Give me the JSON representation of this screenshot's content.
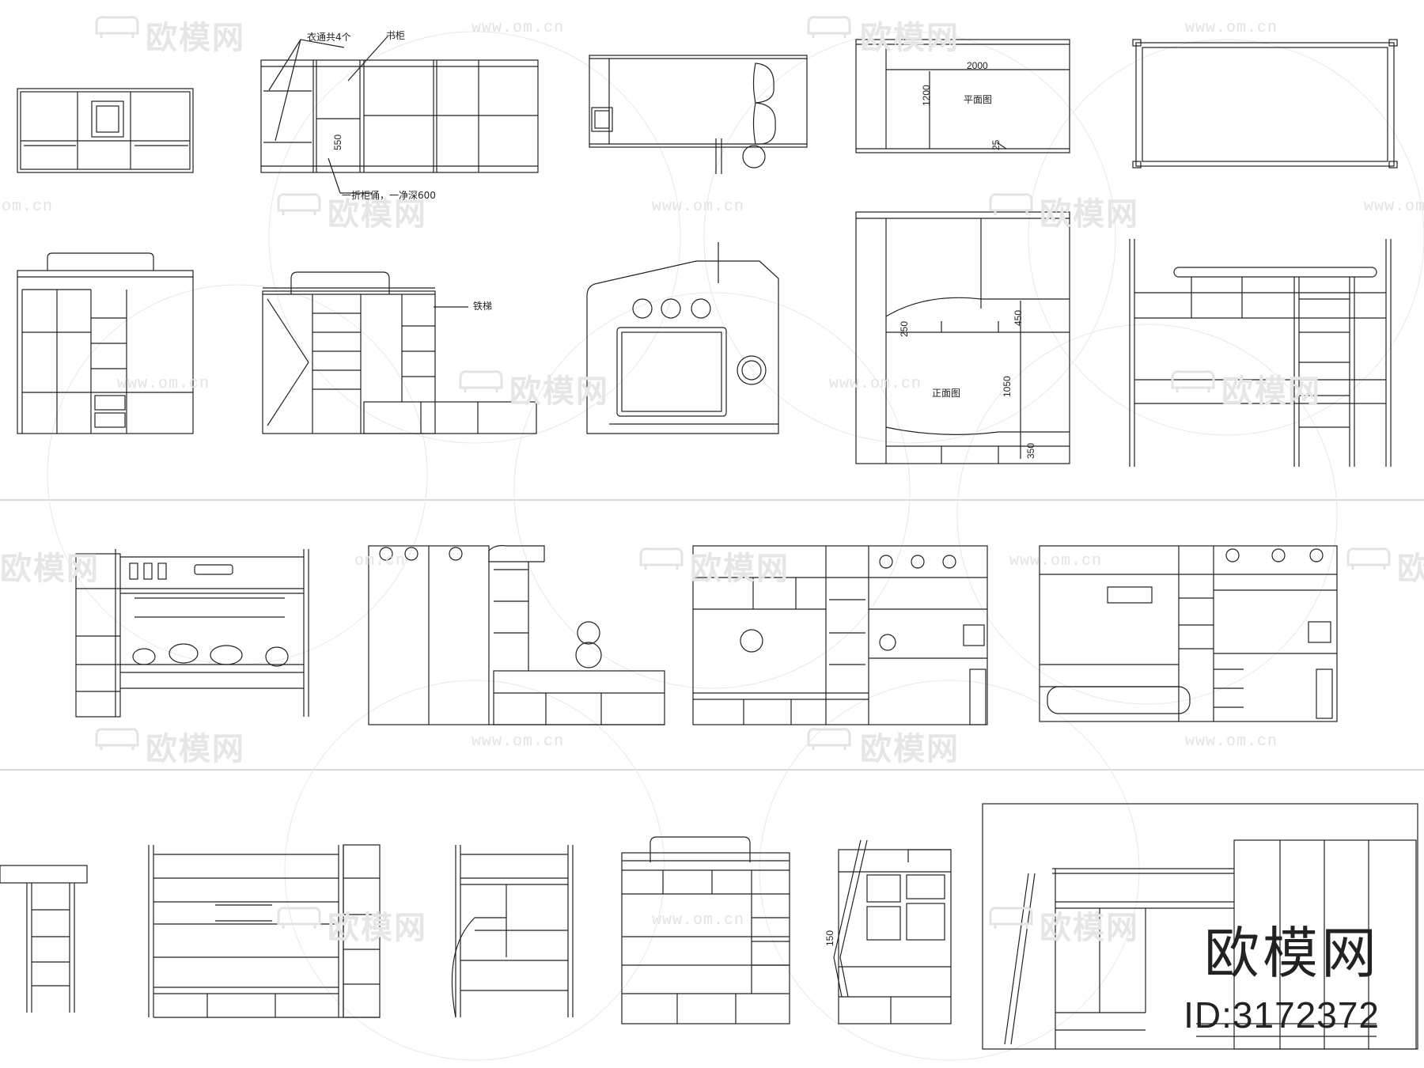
{
  "watermark": {
    "brand_text": "欧模网",
    "url_text": "www.om.cn",
    "url_text_short": "om.cn"
  },
  "annotations": {
    "drawer_note": "衣通共4个",
    "bookcase": "书柜",
    "dim_550": "550",
    "cabinet_note": "一折柜俑，一净深600",
    "dim_2000": "2000",
    "dim_1200": "1200",
    "plan_view": "平面图",
    "dim_25": "25",
    "iron_ladder": "铁梯",
    "dim_250": "250",
    "dim_450": "450",
    "dim_1050": "1050",
    "front_view": "正面图",
    "dim_350": "350",
    "dim_150": "150"
  },
  "branding": {
    "name": "欧模网",
    "id": "ID:3172372"
  }
}
